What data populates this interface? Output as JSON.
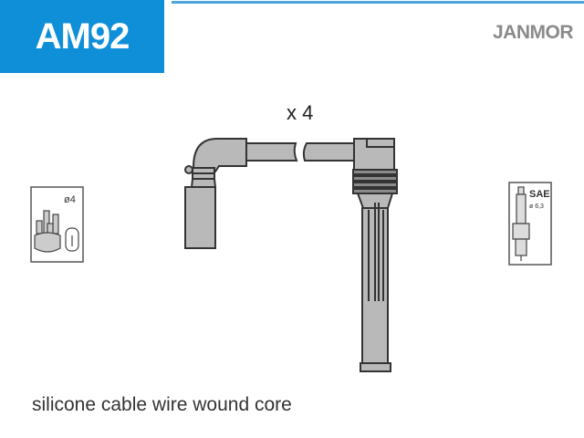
{
  "header": {
    "part_code": "AM92",
    "brand": "JANMOR"
  },
  "drawing": {
    "quantity_label": "x 4"
  },
  "distributor_icon": {
    "label": "ø4"
  },
  "spark_plug_icon": {
    "standard": "SAE",
    "size": "ø 6,3"
  },
  "footer": {
    "description": "silicone cable wire wound core"
  },
  "colors": {
    "brand_blue": "#0f8fd8",
    "part_gray": "#b9b9b9"
  }
}
